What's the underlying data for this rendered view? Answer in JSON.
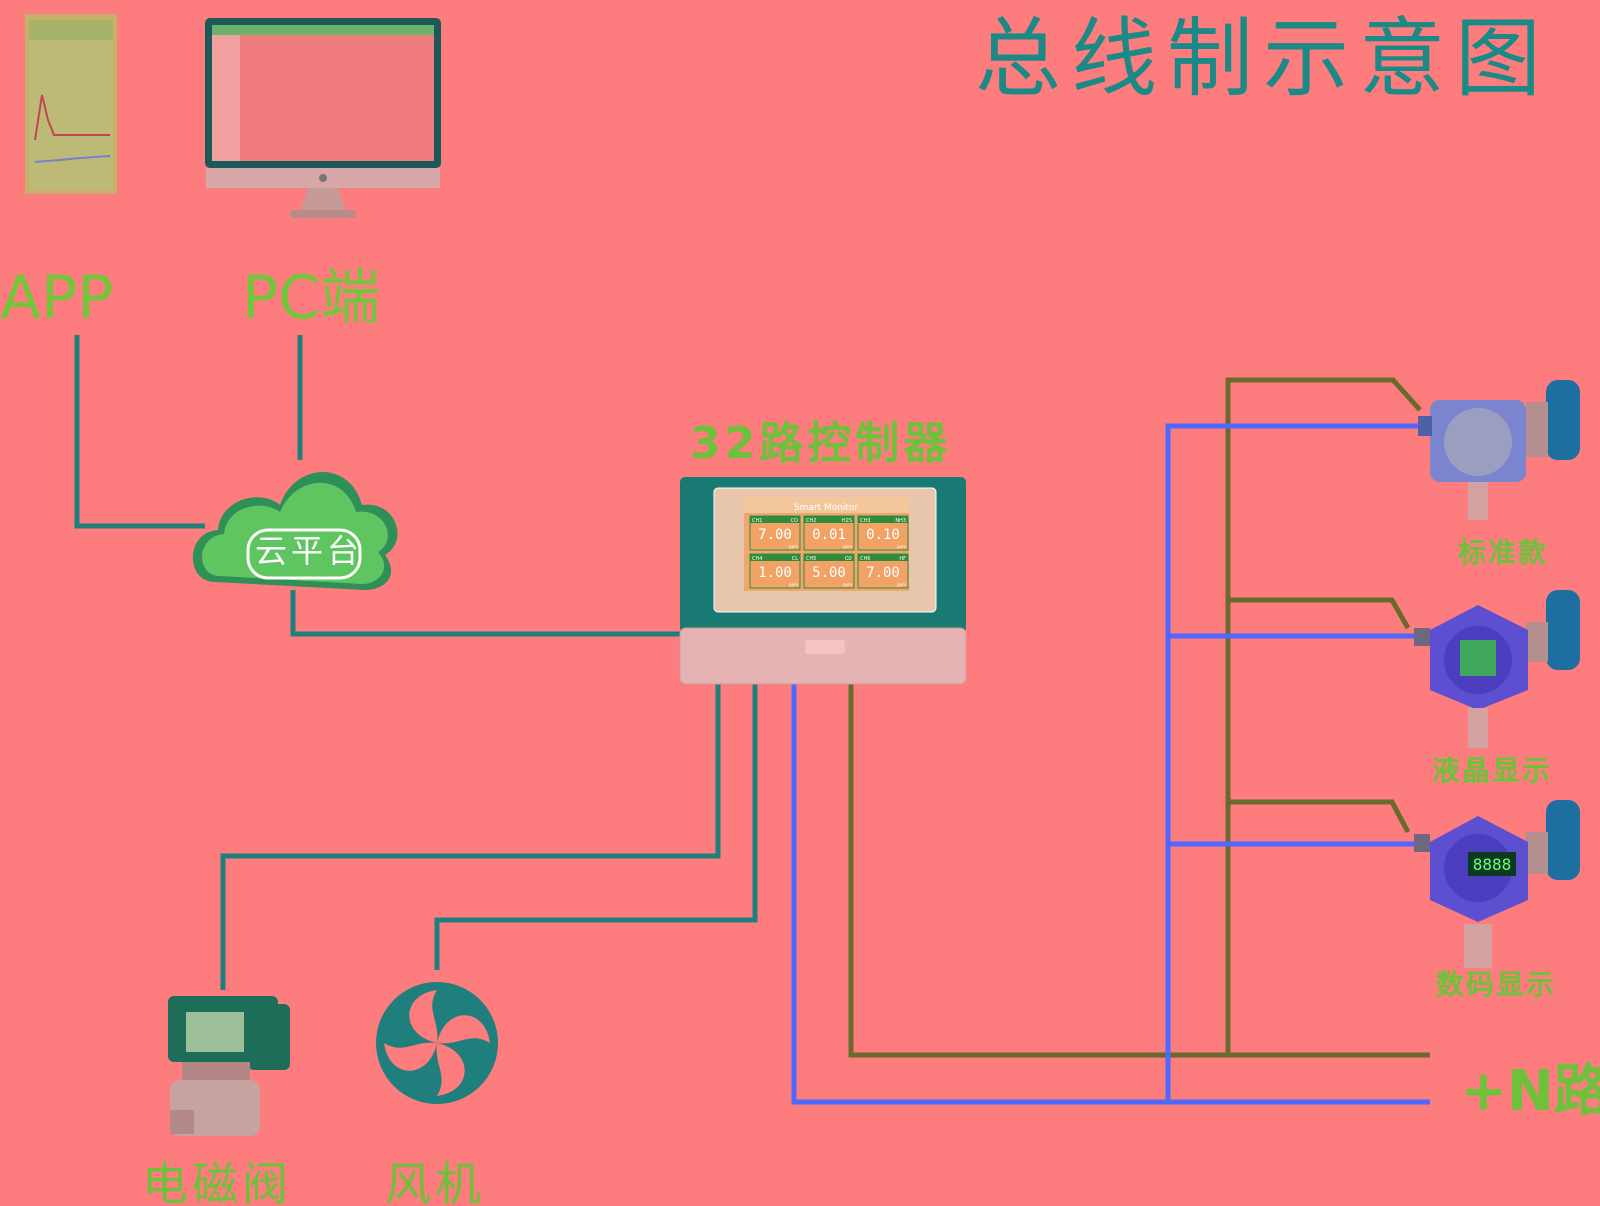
{
  "title": "总线制示意图",
  "labels": {
    "app": "APP",
    "pc": "PC端",
    "cloud": "云平台",
    "controller": "32路控制器",
    "standard": "标准款",
    "lcd": "液晶显示",
    "digital": "数码显示",
    "plus_n": "+N路",
    "valve": "电磁阀",
    "fan": "风机"
  },
  "controller_screen": {
    "brand": "Smart Monitor",
    "channels": [
      {
        "ch": "CH1",
        "gas": "CO",
        "value": "7.00",
        "unit": "ppm"
      },
      {
        "ch": "CH2",
        "gas": "H2S",
        "value": "0.01",
        "unit": "ppm"
      },
      {
        "ch": "CH3",
        "gas": "NH3",
        "value": "0.10",
        "unit": "ppm"
      },
      {
        "ch": "CH4",
        "gas": "CL",
        "value": "1.00",
        "unit": "ppm"
      },
      {
        "ch": "CH5",
        "gas": "O2",
        "value": "5.00",
        "unit": "ppm"
      },
      {
        "ch": "CH6",
        "gas": "HF",
        "value": "7.00",
        "unit": "ppm"
      }
    ]
  },
  "digital_display": "8888",
  "colors": {
    "background": "#fd7c7d",
    "teal_wire": "#1e7f7c",
    "olive_wire": "#6a6a2c",
    "blue_wire": "#4f68ff",
    "green_text": "#6ec13a",
    "title_teal": "#1b8a86"
  }
}
